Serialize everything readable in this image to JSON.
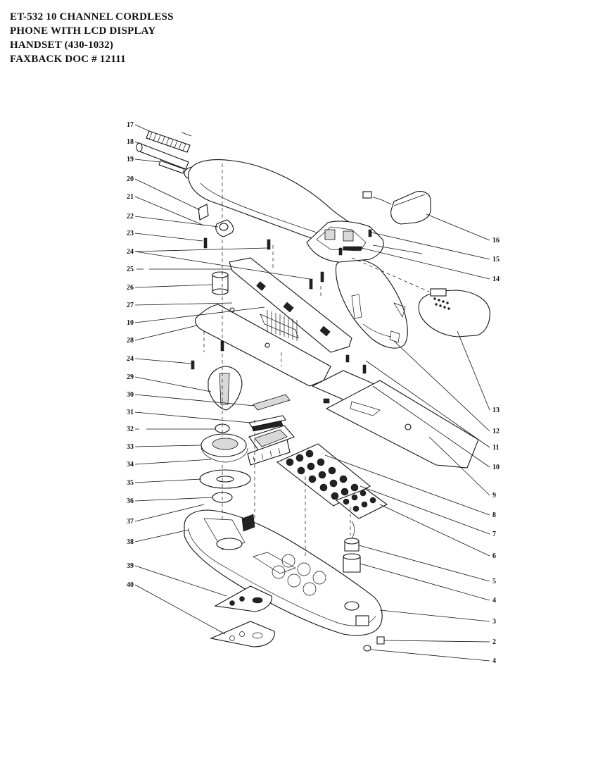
{
  "header": {
    "lines": [
      "ET-532 10 CHANNEL CORDLESS",
      "PHONE WITH LCD DISPLAY",
      "HANDSET  (430-1032)",
      "FAXBACK DOC # 12111"
    ]
  },
  "callouts_left": [
    "17",
    "18",
    "19",
    "20",
    "21",
    "22",
    "23",
    "24",
    "25",
    "26",
    "27",
    "10",
    "28",
    "24",
    "29",
    "30",
    "31",
    "32",
    "33",
    "34",
    "35",
    "36",
    "37",
    "38",
    "39",
    "40"
  ],
  "callouts_right": [
    "16",
    "15",
    "14",
    "13",
    "12",
    "11",
    "10",
    "9",
    "8",
    "7",
    "6",
    "5",
    "4",
    "3",
    "2",
    "4"
  ]
}
